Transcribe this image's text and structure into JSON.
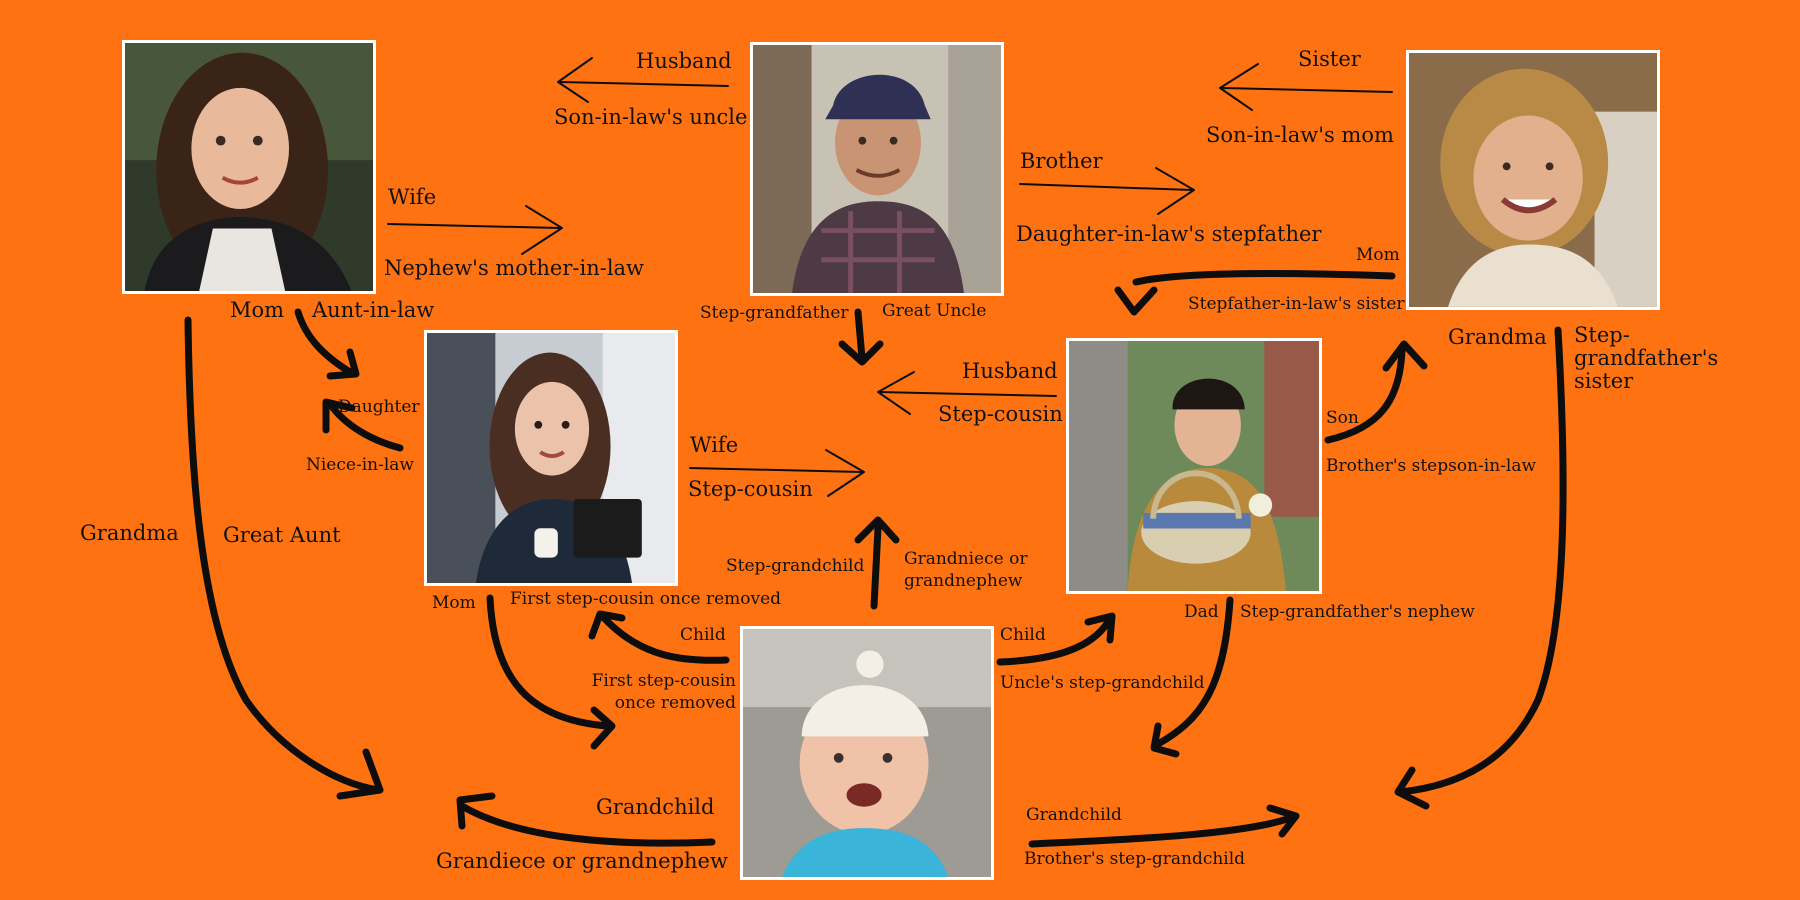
{
  "people": {
    "lorelai": {
      "label_left": "Mom",
      "label_right": "Aunt-in-law",
      "to_luke": {
        "label_top": "Wife",
        "label_bottom": "Nephew's mother-in-law"
      },
      "to_rory": {
        "label_top": "Daughter",
        "label_bottom": "Niece-in-law"
      },
      "to_baby": {
        "label_left": "Grandma",
        "label_right": "Great Aunt"
      }
    },
    "luke": {
      "label_left": "Step-grandfather",
      "label_right": "Great Uncle",
      "to_lorelai": {
        "label_top": "Husband",
        "label_bottom": "Son-in-law's uncle"
      },
      "to_liz": {
        "label_top": "Brother",
        "label_bottom": "Daughter-in-law's stepfather"
      }
    },
    "liz": {
      "label_left": "Grandma",
      "label_right": "Step-grandfather's sister",
      "to_luke": {
        "label_top": "Sister",
        "label_bottom": "Son-in-law's mom"
      },
      "to_jess": {
        "label_top": "Mom",
        "label_bottom": "Stepfather-in-law's sister"
      }
    },
    "rory": {
      "label_left": "Mom",
      "label_right": "First step-cousin once removed",
      "to_jess": {
        "label_top": "Wife",
        "label_bottom": "Step-cousin"
      }
    },
    "jess": {
      "label_left": "Dad",
      "label_right": "Step-grandfather's nephew",
      "to_rory": {
        "label_top": "Husband",
        "label_bottom": "Step-cousin"
      },
      "to_liz": {
        "label_top": "Son",
        "label_bottom": "Brother's stepson-in-law"
      }
    },
    "baby": {
      "to_rory": {
        "label_top": "Child",
        "label_bottom": "First step-cousin once removed"
      },
      "to_luke": {
        "label_left": "Step-grandchild",
        "label_right": "Grandniece or grandnephew"
      },
      "to_jess": {
        "label_top": "Child",
        "label_bottom": "Uncle's step-grandchild"
      },
      "to_lorelai": {
        "label_top": "Grandchild",
        "label_bottom": "Grandiece or grandnephew"
      },
      "to_liz": {
        "label_top": "Grandchild",
        "label_bottom": "Brother's step-grandchild"
      }
    }
  },
  "colors": {
    "background": "#ff7212",
    "arrow": "#0d0d0d",
    "photo_border": "#ffffff"
  }
}
